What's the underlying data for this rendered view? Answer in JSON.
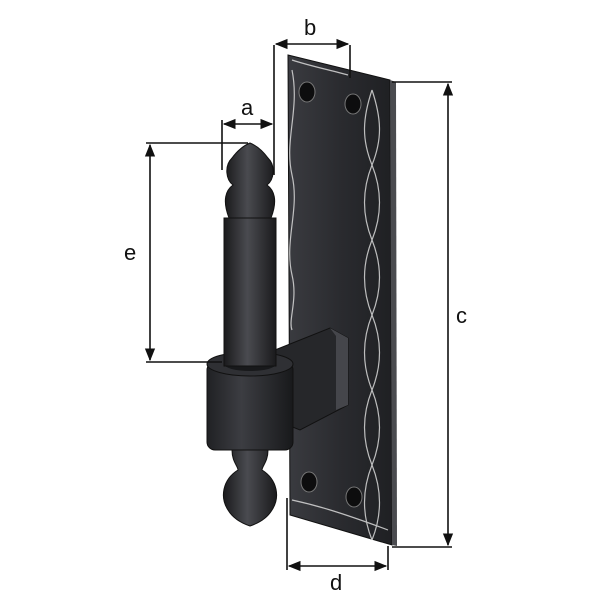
{
  "diagram": {
    "subject": "wrought-iron gate hinge pin on backplate",
    "dimension_labels": {
      "a": "a",
      "b": "b",
      "c": "c",
      "d": "d",
      "e": "e"
    },
    "colors": {
      "metal_dark": "#1c1c1e",
      "metal_mid": "#2e2f33",
      "metal_highlight": "#5a5c62",
      "hammer_marks": "#d9d9d9",
      "dimension_line": "#111111",
      "background": "#ffffff"
    }
  }
}
